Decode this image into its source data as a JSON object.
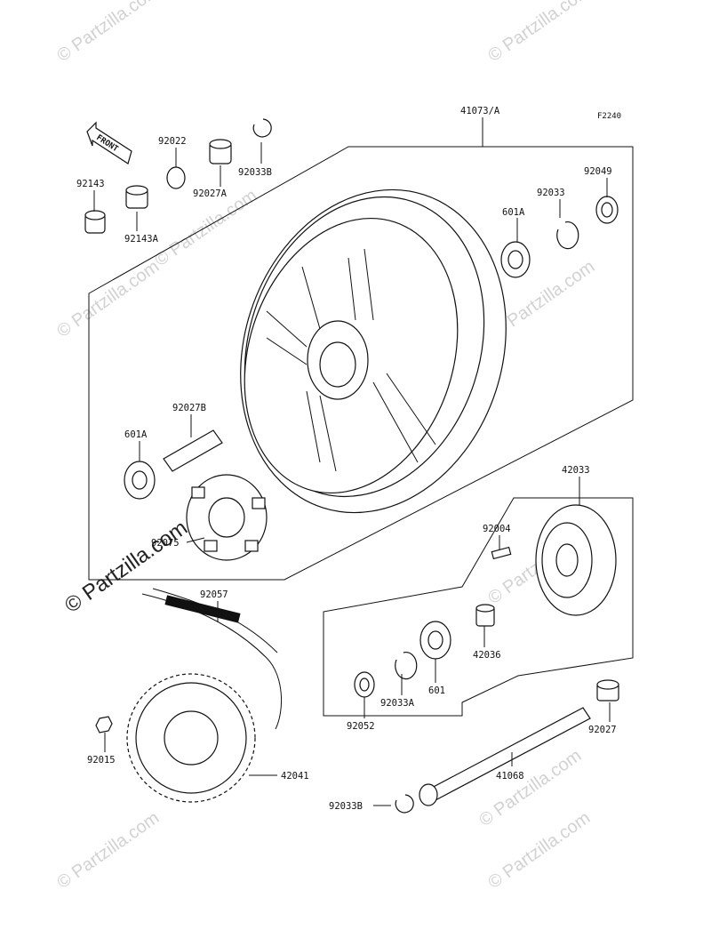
{
  "diagram_code": "F2240",
  "front_label": "FRONT",
  "watermark": "© Partzilla.com",
  "labels": {
    "p41073a": "41073/A",
    "p92049": "92049",
    "p92033": "92033",
    "p601a_top": "601A",
    "p92022": "92022",
    "p92027a": "92027A",
    "p92033b_top": "92033B",
    "p92143": "92143",
    "p92143a": "92143A",
    "p92027b": "92027B",
    "p601a_left": "601A",
    "p92075": "92075",
    "p42033": "42033",
    "p92004": "92004",
    "p42036": "42036",
    "p92057": "92057",
    "p601": "601",
    "p92033a": "92033A",
    "p92052": "92052",
    "p92015": "92015",
    "p42041": "42041",
    "p41068": "41068",
    "p92027": "92027",
    "p92033b_bottom": "92033B"
  }
}
